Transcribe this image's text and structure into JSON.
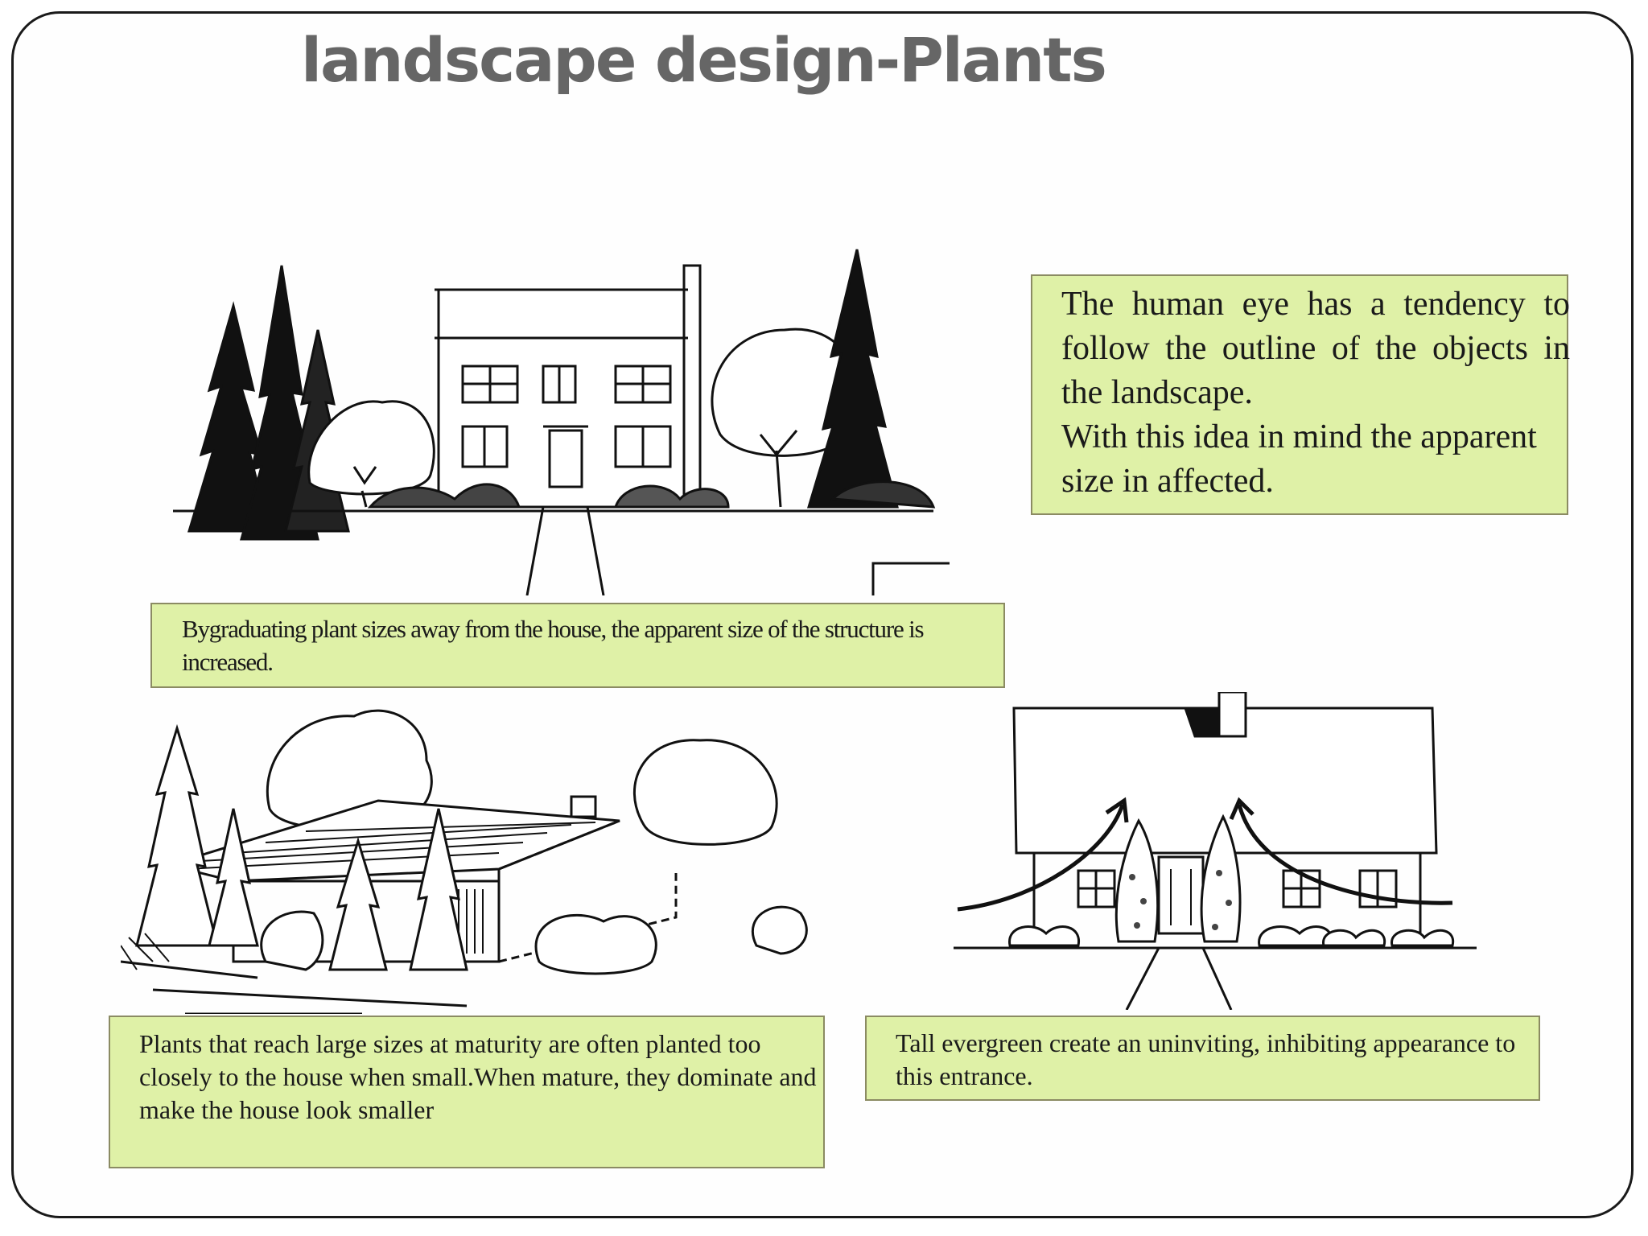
{
  "slide": {
    "title": "landscape design-Plants"
  },
  "captions": {
    "top": "Bygraduating plant sizes away from the house, the apparent size of the structure is increased.",
    "eye_lines": [
      "The human eye has a tendency to follow the outline of the objects in the landscape.",
      "With this idea in mind the apparent",
      "size in affected."
    ],
    "bottom_left": "Plants that reach large sizes at maturity are often planted too closely to the house when small.When mature, they dominate and  make the house look smaller",
    "bottom_right": "Tall evergreen create an uninviting, inhibiting appearance to  this entrance."
  },
  "colors": {
    "caption_fill": "#dff1a7",
    "caption_border": "#8b8b63",
    "title_text": "#666666",
    "frame": "#1a1a1a"
  }
}
